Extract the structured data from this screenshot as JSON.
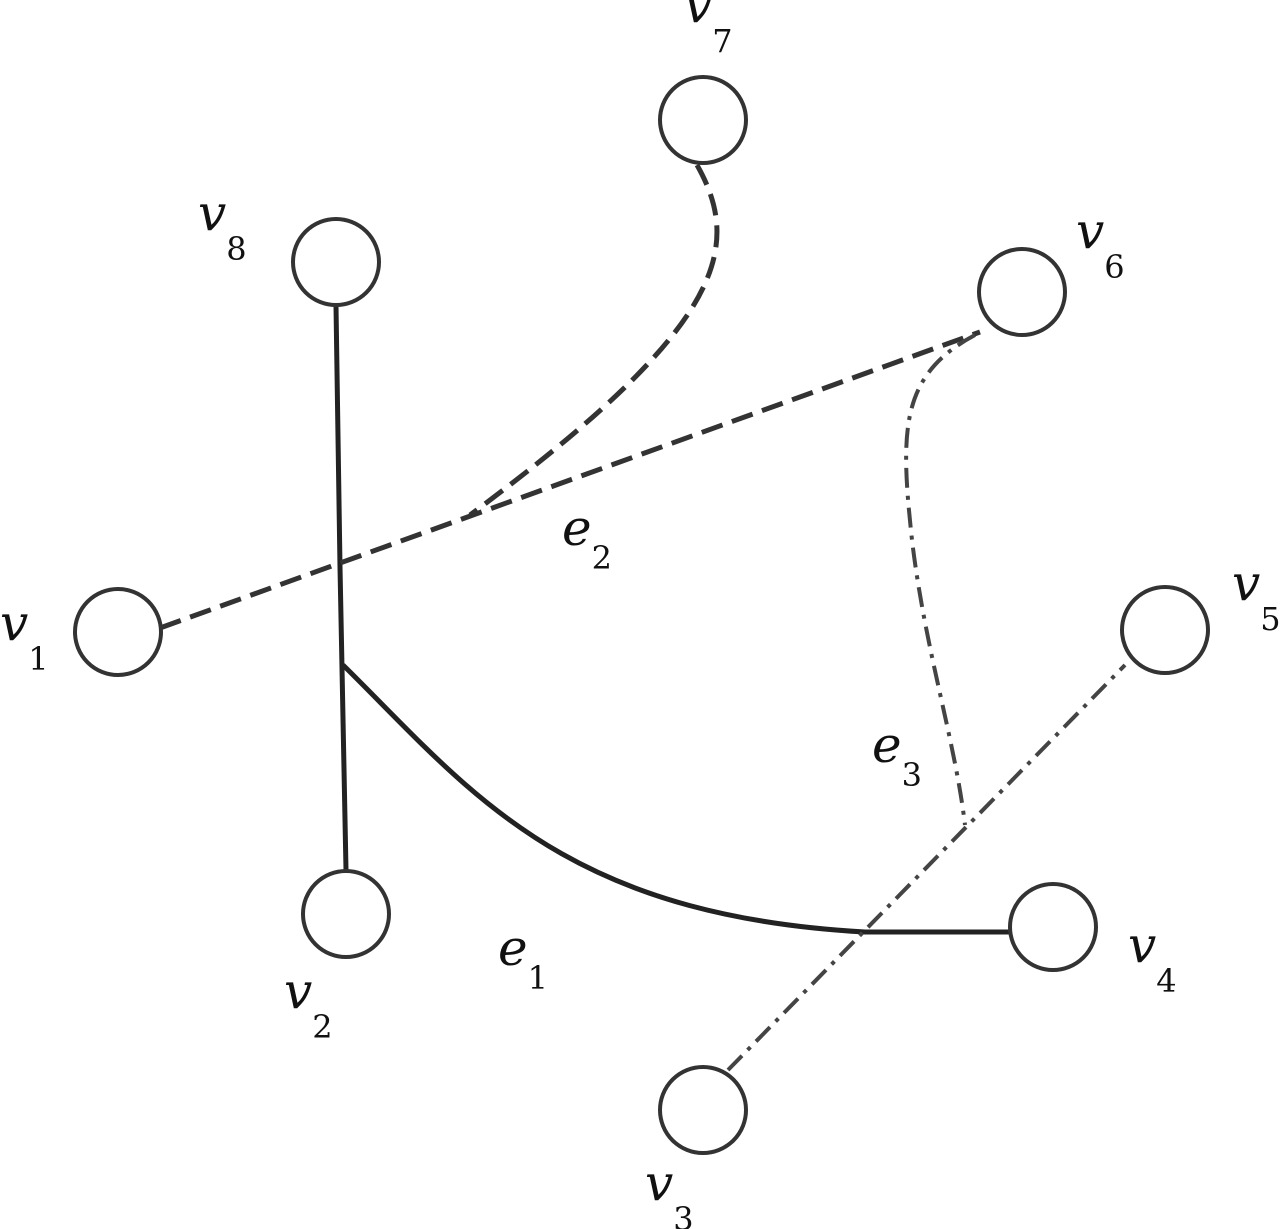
{
  "diagram": {
    "type": "hypergraph",
    "vertices": [
      {
        "id": "v1",
        "name": "v",
        "sub": "1"
      },
      {
        "id": "v2",
        "name": "v",
        "sub": "2"
      },
      {
        "id": "v3",
        "name": "v",
        "sub": "3"
      },
      {
        "id": "v4",
        "name": "v",
        "sub": "4"
      },
      {
        "id": "v5",
        "name": "v",
        "sub": "5"
      },
      {
        "id": "v6",
        "name": "v",
        "sub": "6"
      },
      {
        "id": "v7",
        "name": "v",
        "sub": "7"
      },
      {
        "id": "v8",
        "name": "v",
        "sub": "8"
      }
    ],
    "hyperedges": [
      {
        "id": "e1",
        "name": "e",
        "sub": "1",
        "style": "solid",
        "members": [
          "v8",
          "v2",
          "v4"
        ]
      },
      {
        "id": "e2",
        "name": "e",
        "sub": "2",
        "style": "dashed",
        "members": [
          "v1",
          "v6",
          "v7"
        ]
      },
      {
        "id": "e3",
        "name": "e",
        "sub": "3",
        "style": "dash-dot",
        "members": [
          "v3",
          "v5",
          "v6"
        ]
      }
    ]
  }
}
